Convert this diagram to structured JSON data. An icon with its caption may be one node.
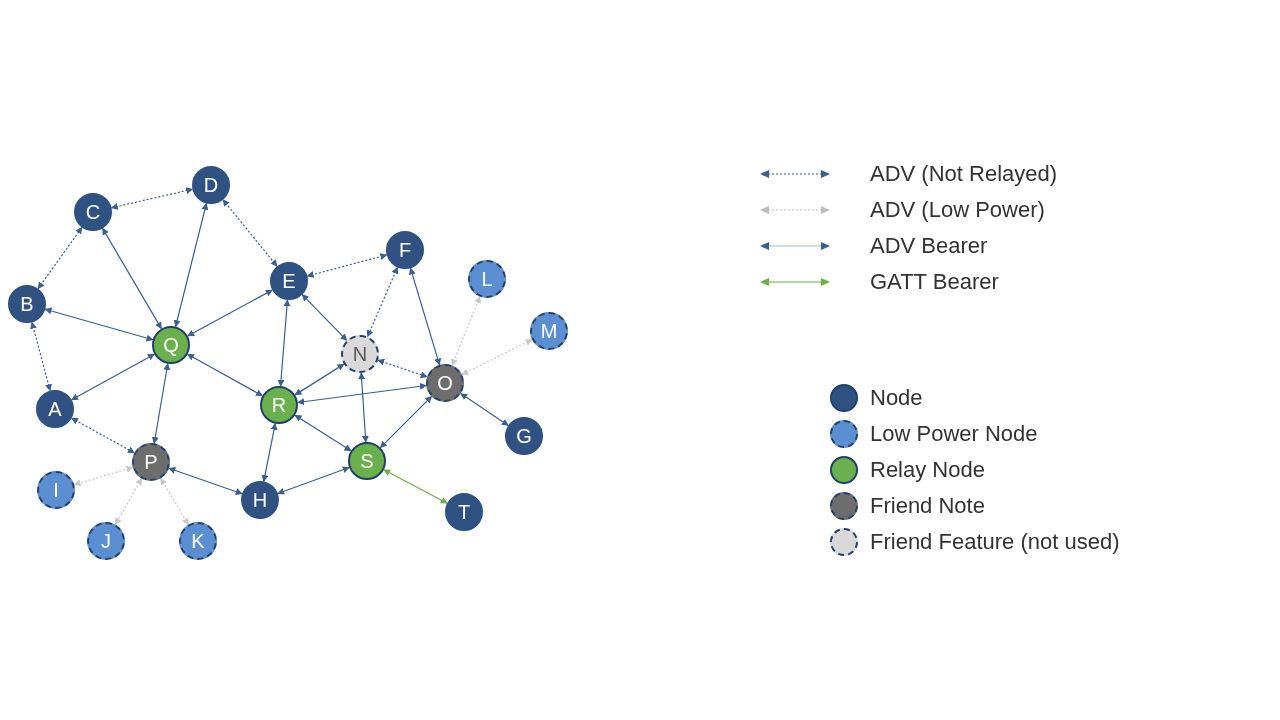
{
  "diagram": {
    "nodes": [
      {
        "text": [
          "D"
        ]
      },
      {
        "text": [
          "C"
        ]
      },
      {
        "text": [
          "F"
        ]
      },
      {
        "text": [
          "E"
        ]
      },
      {
        "text": [
          "L"
        ]
      },
      {
        "text": [
          "B"
        ]
      },
      {
        "text": [
          "M"
        ]
      },
      {
        "text": [
          "Q"
        ]
      },
      {
        "text": [
          "N"
        ]
      },
      {
        "text": [
          "O"
        ]
      },
      {
        "text": [
          "A"
        ]
      },
      {
        "text": [
          "R"
        ]
      },
      {
        "text": [
          "G"
        ]
      },
      {
        "text": [
          "P"
        ]
      },
      {
        "text": [
          "S"
        ]
      },
      {
        "text": [
          "I"
        ]
      },
      {
        "text": [
          "H"
        ]
      },
      {
        "text": [
          "T"
        ]
      },
      {
        "text": [
          "J"
        ]
      },
      {
        "text": [
          "K"
        ]
      }
    ],
    "edges": [
      {
        "from": 1,
        "to": 0,
        "arrow": "both",
        "style": "dashed"
      },
      {
        "from": 5,
        "to": 1,
        "arrow": "both",
        "style": "dashed"
      },
      {
        "from": 1,
        "to": 7,
        "arrow": "both"
      },
      {
        "from": 0,
        "to": 7,
        "arrow": "both"
      },
      {
        "from": 0,
        "to": 3,
        "arrow": "both",
        "style": "dashed"
      },
      {
        "from": 5,
        "to": 7,
        "arrow": "both"
      },
      {
        "from": 7,
        "to": 3,
        "arrow": "both"
      },
      {
        "from": 5,
        "to": 10,
        "arrow": "both",
        "style": "dashed"
      },
      {
        "from": 10,
        "to": 7,
        "arrow": "both"
      },
      {
        "from": 7,
        "to": 11,
        "arrow": "both"
      },
      {
        "from": 7,
        "to": 13,
        "arrow": "both"
      },
      {
        "from": 3,
        "to": 2,
        "arrow": "both",
        "style": "dashed"
      },
      {
        "from": 3,
        "to": 8,
        "arrow": "both"
      },
      {
        "from": 3,
        "to": 11,
        "arrow": "both"
      },
      {
        "from": 2,
        "to": 8,
        "arrow": "both",
        "style": "dashed"
      },
      {
        "from": 2,
        "to": 9,
        "arrow": "both"
      },
      {
        "from": 9,
        "to": 4,
        "arrow": "both",
        "style": "dashed",
        "color": "#c8c8c8"
      },
      {
        "from": 9,
        "to": 6,
        "arrow": "both",
        "style": "dashed",
        "color": "#c8c8c8"
      },
      {
        "from": 11,
        "to": 8,
        "arrow": "both"
      },
      {
        "from": 8,
        "to": 9,
        "arrow": "both",
        "style": "dashed"
      },
      {
        "from": 8,
        "to": 14,
        "arrow": "both"
      },
      {
        "from": 11,
        "to": 9,
        "arrow": "both"
      },
      {
        "from": 9,
        "to": 12,
        "arrow": "both"
      },
      {
        "from": 11,
        "to": 14,
        "arrow": "both"
      },
      {
        "from": 9,
        "to": 14,
        "arrow": "both"
      },
      {
        "from": 11,
        "to": 16,
        "arrow": "both"
      },
      {
        "from": 16,
        "to": 14,
        "arrow": "both"
      },
      {
        "from": 14,
        "to": 17,
        "arrow": "both",
        "color": "#70ad47"
      },
      {
        "from": 10,
        "to": 13,
        "arrow": "both",
        "style": "dashed"
      },
      {
        "from": 13,
        "to": 16,
        "arrow": "both"
      },
      {
        "from": 13,
        "to": 15,
        "arrow": "both",
        "style": "dashed",
        "color": "#c8c8c8"
      },
      {
        "from": 13,
        "to": 18,
        "arrow": "both",
        "style": "dashed",
        "color": "#c8c8c8"
      },
      {
        "from": 13,
        "to": 19,
        "arrow": "both",
        "style": "dashed",
        "color": "#c8c8c8"
      }
    ],
    "legend": [
      {
        "text": "ADV (Not Relayed)"
      },
      {
        "text": "ADV (Low Power)"
      },
      {
        "text": "ADV Bearer"
      },
      {
        "text": "GATT Bearer"
      },
      {
        "text": "Node",
        "color": "#2f5283"
      },
      {
        "text": "Low Power Node",
        "color": "#5b8fd1"
      },
      {
        "text": "Relay Node",
        "color": "#6ab04c"
      },
      {
        "text": "Friend Note",
        "color": "#6d6d6d"
      },
      {
        "text": "Friend Feature (not used)",
        "color": "#d9d9d9"
      }
    ]
  }
}
